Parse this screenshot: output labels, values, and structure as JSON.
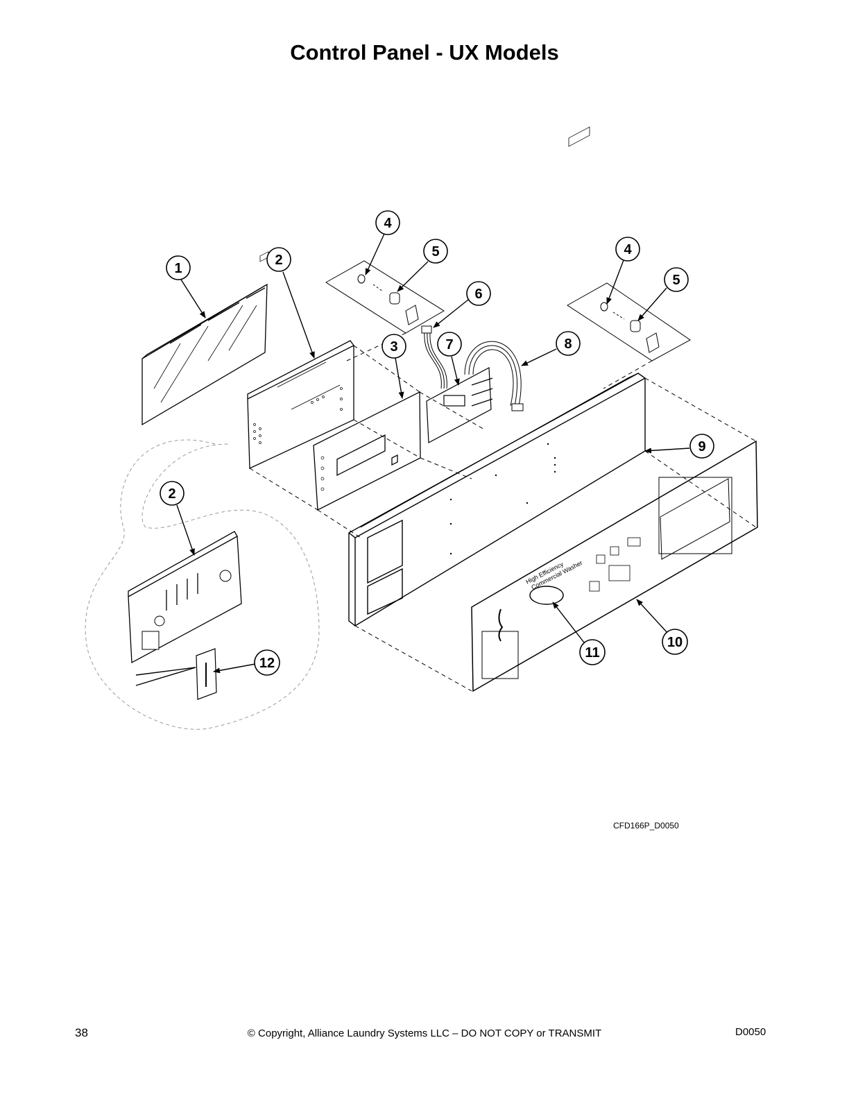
{
  "page": {
    "title": "Control Panel - UX Models",
    "figure_code": "CFD166P_D0050",
    "page_number": "38",
    "copyright": "© Copyright, Alliance Laundry Systems LLC – DO NOT COPY or TRANSMIT",
    "doc_code": "D0050"
  },
  "panel_print": {
    "line1": "High Efficiency",
    "line2": "Commercial Washer"
  },
  "callouts": [
    "1",
    "2",
    "2",
    "3",
    "4",
    "5",
    "4",
    "5",
    "6",
    "7",
    "8",
    "9",
    "10",
    "11",
    "12"
  ]
}
